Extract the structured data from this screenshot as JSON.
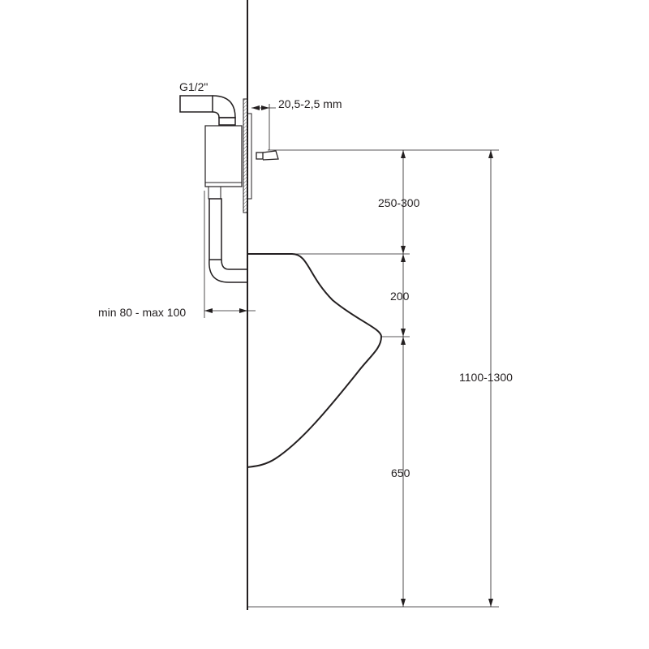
{
  "labels": {
    "thread": "G1/2\"",
    "wall_thickness": "20,5-2,5 mm",
    "depth": "min 80 - max 100",
    "sensor_to_rim": "250-300",
    "rim_to_lip": "200",
    "lip_to_floor": "650",
    "total_height": "1100-1300"
  },
  "colors": {
    "line": "#231f20",
    "hatch": "#777777"
  }
}
